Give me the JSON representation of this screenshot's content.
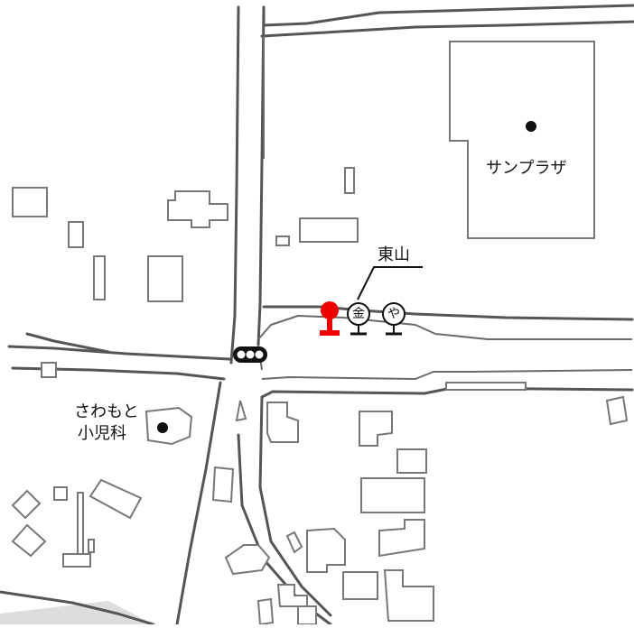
{
  "places": {
    "sun_plaza": "サンプラザ",
    "higashiyama": "東山",
    "clinic_line1": "さわもと",
    "clinic_line2": "小児科"
  },
  "stop_signs": {
    "kin": "金",
    "ya": "や"
  },
  "icons": {
    "current_location": "red-pin-icon",
    "traffic_light": "traffic-light-icon"
  },
  "colors": {
    "current_location": "#ee0000",
    "roads": "#555555",
    "buildings": "#777777"
  }
}
